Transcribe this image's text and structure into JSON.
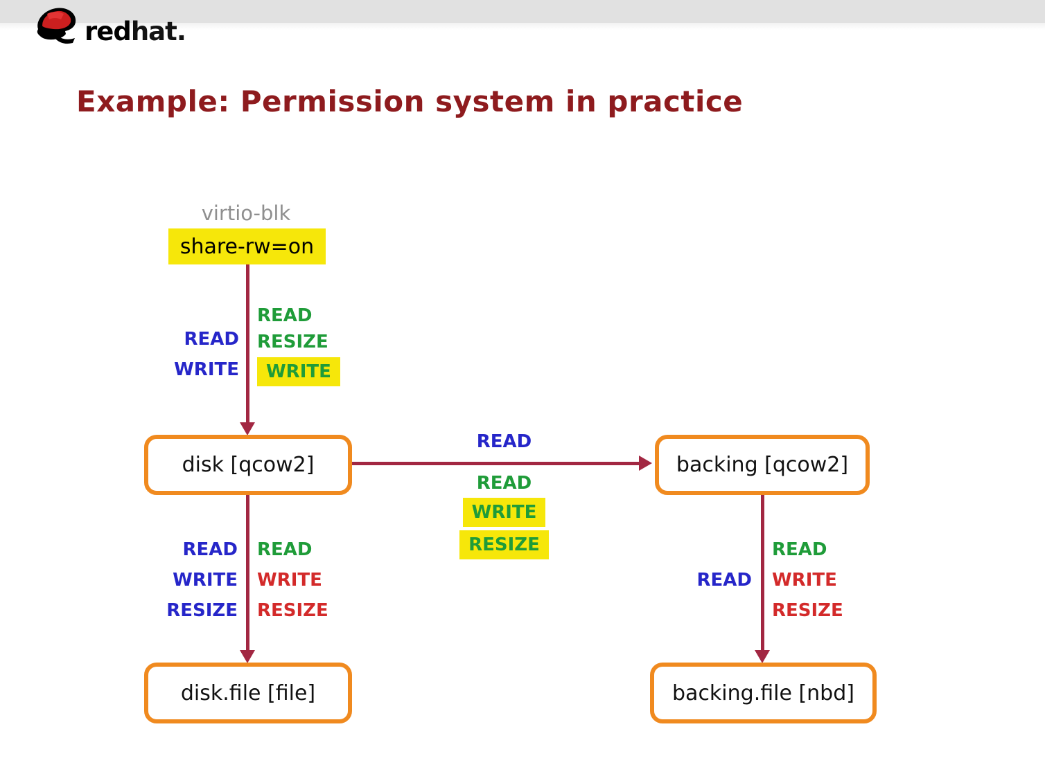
{
  "page": {
    "title": "Example: Permission system in practice"
  },
  "brand": {
    "name_bold": "red",
    "name_rest": "hat."
  },
  "palette": {
    "top_bar_gray": "#e1e1e1",
    "title_dark_red": "#8e1b1e",
    "arrow_maroon": "#a22742",
    "node_border_orange": "#f08a1f",
    "highlight_yellow": "#f6e70a",
    "perm_blue": "#2626c9",
    "perm_green": "#1f9c39",
    "perm_red": "#d32a2a",
    "muted_gray": "#8f8f8f",
    "node_text": "#111111"
  },
  "diagram": {
    "device": {
      "name": "virtio-blk",
      "option": "share-rw=on"
    },
    "nodes": {
      "disk": "disk [qcow2]",
      "backing": "backing [qcow2]",
      "disk_file": "disk.file [file]",
      "backing_file": "backing.file [nbd]"
    },
    "edges": {
      "virtio_to_disk": {
        "left": [
          {
            "text": "READ",
            "color": "blue",
            "highlight": false
          },
          {
            "text": "WRITE",
            "color": "blue",
            "highlight": false
          }
        ],
        "right": [
          {
            "text": "READ",
            "color": "green",
            "highlight": false
          },
          {
            "text": "RESIZE",
            "color": "green",
            "highlight": false
          },
          {
            "text": "WRITE",
            "color": "green",
            "highlight": true
          }
        ]
      },
      "disk_to_backing": {
        "above": [
          {
            "text": "READ",
            "color": "blue",
            "highlight": false
          }
        ],
        "below": [
          {
            "text": "READ",
            "color": "green",
            "highlight": false
          },
          {
            "text": "WRITE",
            "color": "green",
            "highlight": true
          },
          {
            "text": "RESIZE",
            "color": "green",
            "highlight": true
          }
        ]
      },
      "disk_to_disk_file": {
        "left": [
          {
            "text": "READ",
            "color": "blue",
            "highlight": false
          },
          {
            "text": "WRITE",
            "color": "blue",
            "highlight": false
          },
          {
            "text": "RESIZE",
            "color": "blue",
            "highlight": false
          }
        ],
        "right": [
          {
            "text": "READ",
            "color": "green",
            "highlight": false
          },
          {
            "text": "WRITE",
            "color": "red",
            "highlight": false
          },
          {
            "text": "RESIZE",
            "color": "red",
            "highlight": false
          }
        ]
      },
      "backing_to_backing_file": {
        "left": [
          {
            "text": "READ",
            "color": "blue",
            "highlight": false
          }
        ],
        "right": [
          {
            "text": "READ",
            "color": "green",
            "highlight": false
          },
          {
            "text": "WRITE",
            "color": "red",
            "highlight": false
          },
          {
            "text": "RESIZE",
            "color": "red",
            "highlight": false
          }
        ]
      }
    }
  }
}
